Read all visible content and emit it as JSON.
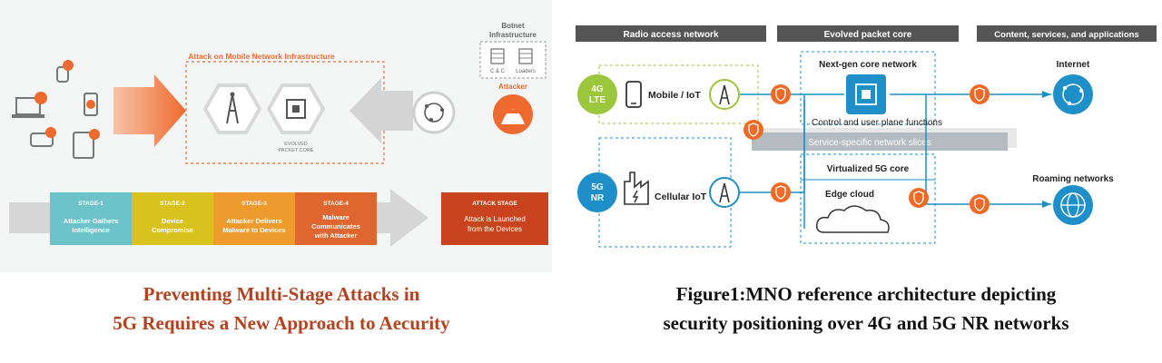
{
  "left": {
    "botnet": {
      "title_line1": "Botnet",
      "title_line2": "Infrastructure",
      "cc": "C & C",
      "loaders": "Loaders"
    },
    "attacker": "Attacker",
    "attack_box_title": "Attack on Mobile Network Infrastructure",
    "evolved_core_line1": "EVOLVED",
    "evolved_core_line2": "PACKET CORE",
    "stages": [
      {
        "label": "STAGE-1",
        "lines": [
          "Attacker Gathers",
          "Intelligence"
        ],
        "color": "#6cc3c9"
      },
      {
        "label": "STAGE-2",
        "lines": [
          "Device",
          "Compromise"
        ],
        "color": "#d9c21e"
      },
      {
        "label": "STAGE-3",
        "lines": [
          "Attacker Delivers",
          "Malware to Devices"
        ],
        "color": "#ee9a2c"
      },
      {
        "label": "STAGE-4",
        "lines": [
          "Malware",
          "Communicates",
          "with Attacker"
        ],
        "color": "#e0662f"
      }
    ],
    "attack_stage": {
      "label": "ATTACK STAGE",
      "lines": [
        "Attack is Launched",
        "from the Devices"
      ],
      "color": "#c9431f"
    }
  },
  "right": {
    "headers": {
      "ran": "Radio access network",
      "epc": "Evolved packet core",
      "content": "Content, services, and applications"
    },
    "lte": {
      "line1": "4G",
      "line2": "LTE",
      "device": "Mobile / IoT"
    },
    "nr": {
      "line1": "5G",
      "line2": "NR",
      "device": "Cellular IoT"
    },
    "next_gen_core": "Next-gen core network",
    "control_user_plane": "Control and user plane functions",
    "slices": "Service-specific network slices",
    "virtualized_core": "Virtualized 5G core",
    "edge_cloud": "Edge cloud",
    "internet": "Internet",
    "roaming": "Roaming networks",
    "colors": {
      "green": "#9cc63c",
      "blue": "#1e8fc8",
      "orange": "#f06a25",
      "header": "#555555"
    }
  },
  "captions": {
    "left_line1": "Preventing Multi-Stage Attacks in",
    "left_line2": "5G Requires a New Approach to Aecurity",
    "right_line1": "Figure1:MNO reference architecture depicting",
    "right_line2": "security positioning over 4G and 5G NR networks"
  }
}
